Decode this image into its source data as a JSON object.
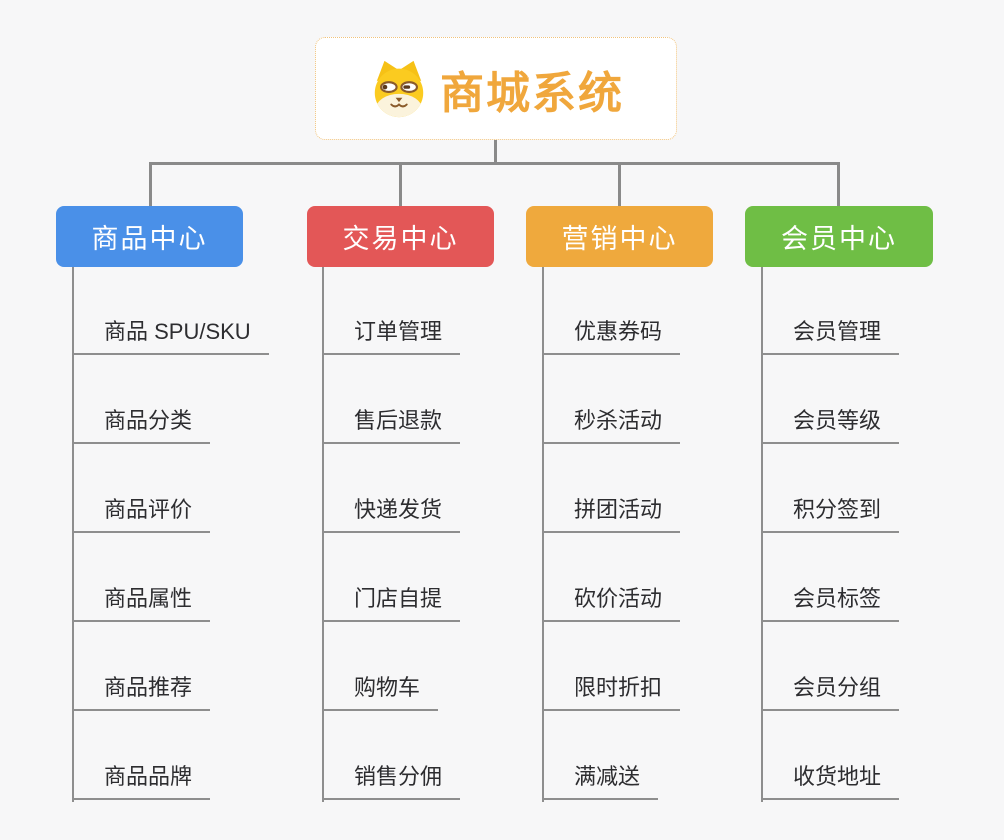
{
  "root": {
    "title": "商城系统",
    "icon": "dog-face-icon",
    "accent": "#f0a73c",
    "border_color": "#f1c37c"
  },
  "branches": [
    {
      "label": "商品中心",
      "color": "#4a90e8",
      "items": [
        "商品 SPU/SKU",
        "商品分类",
        "商品评价",
        "商品属性",
        "商品推荐",
        "商品品牌"
      ]
    },
    {
      "label": "交易中心",
      "color": "#e35757",
      "items": [
        "订单管理",
        "售后退款",
        "快递发货",
        "门店自提",
        "购物车",
        "销售分佣"
      ]
    },
    {
      "label": "营销中心",
      "color": "#efa93d",
      "items": [
        "优惠券码",
        "秒杀活动",
        "拼团活动",
        "砍价活动",
        "限时折扣",
        "满减送"
      ]
    },
    {
      "label": "会员中心",
      "color": "#6fbe45",
      "items": [
        "会员管理",
        "会员等级",
        "积分签到",
        "会员标签",
        "会员分组",
        "收货地址"
      ]
    }
  ]
}
